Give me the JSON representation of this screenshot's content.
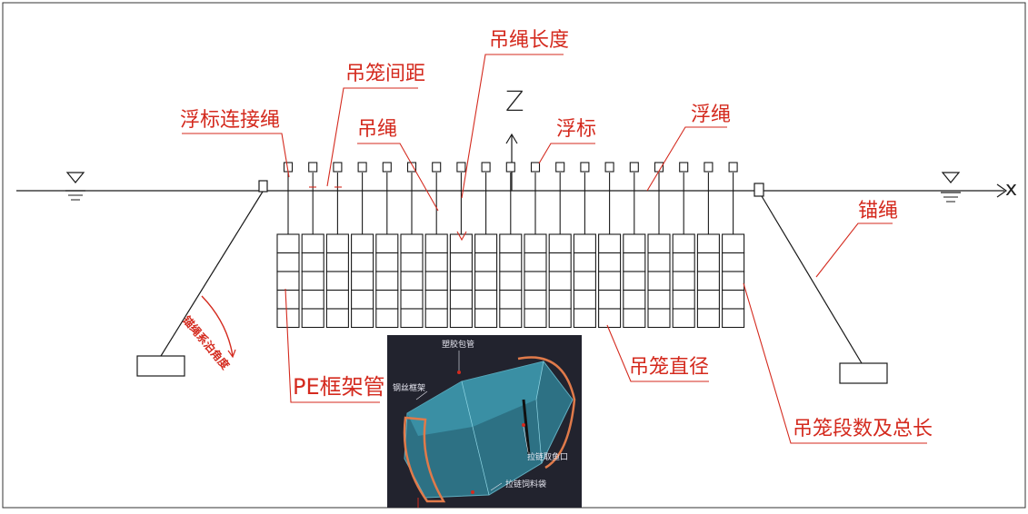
{
  "axes": {
    "z": "Z",
    "x": "x"
  },
  "labels": {
    "buoy_connect_rope": "浮标连接绳",
    "cage_spacing": "吊笼间距",
    "hanging_rope_length": "吊绳长度",
    "hanging_rope": "吊绳",
    "buoy": "浮标",
    "float_rope": "浮绳",
    "anchor_rope": "锚绳",
    "pe_frame_pipe": "PE框架管",
    "cage_diameter": "吊笼直径",
    "cage_segments_total_length": "吊笼段数及总长",
    "anchor_angle": "锚绳系泊角度"
  },
  "inset_labels": {
    "plastic_pipe": "塑胶包管",
    "steel_frame": "钢丝框架",
    "zipper_outlet": "拉链取鱼口",
    "zipper_feed": "拉链饲料袋"
  },
  "colors": {
    "annotation": "#d42a1e",
    "line": "#1a1a1a",
    "inset_bg": "#22232e",
    "net": "#4fb3c9"
  }
}
